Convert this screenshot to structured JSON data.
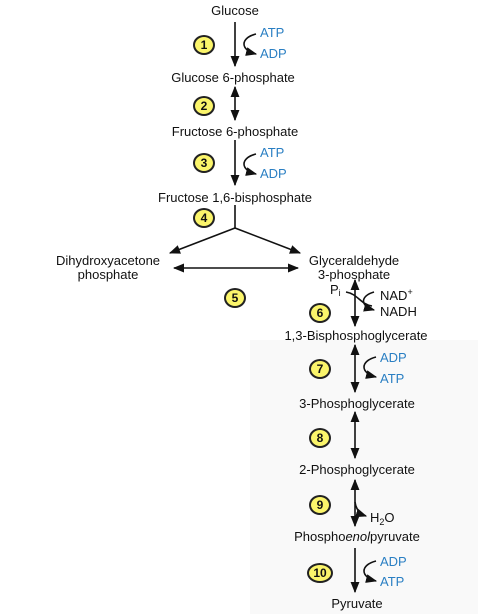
{
  "compounds": {
    "glucose": "Glucose",
    "g6p": "Glucose 6-phosphate",
    "f6p": "Fructose 6-phosphate",
    "f16bp": "Fructose 1,6-bisphosphate",
    "dhap_line1": "Dihydroxyacetone",
    "dhap_line2": "phosphate",
    "g3p_line1": "Glyceraldehyde",
    "g3p_line2": "3-phosphate",
    "bpg13": "1,3-Bisphosphoglycerate",
    "pg3": "3-Phosphoglycerate",
    "pg2": "2-Phosphoglycerate",
    "pep_prefix": "Phospho",
    "pep_italic": "enol",
    "pep_suffix": "pyruvate",
    "pyruvate": "Pyruvate"
  },
  "cofactors": {
    "atp": "ATP",
    "adp": "ADP",
    "nad_base": "NAD",
    "nad_sup": "+",
    "nadh": "NADH",
    "pi_base": "P",
    "pi_sub": "i",
    "h2o_base": "H",
    "h2o_sub": "2",
    "h2o_tail": "O"
  },
  "steps": [
    "1",
    "2",
    "3",
    "4",
    "5",
    "6",
    "7",
    "8",
    "9",
    "10"
  ],
  "colors": {
    "cofactor_blue": "#2a7fc3",
    "badge_yellow": "#fbf56b",
    "arrow": "#111111"
  }
}
